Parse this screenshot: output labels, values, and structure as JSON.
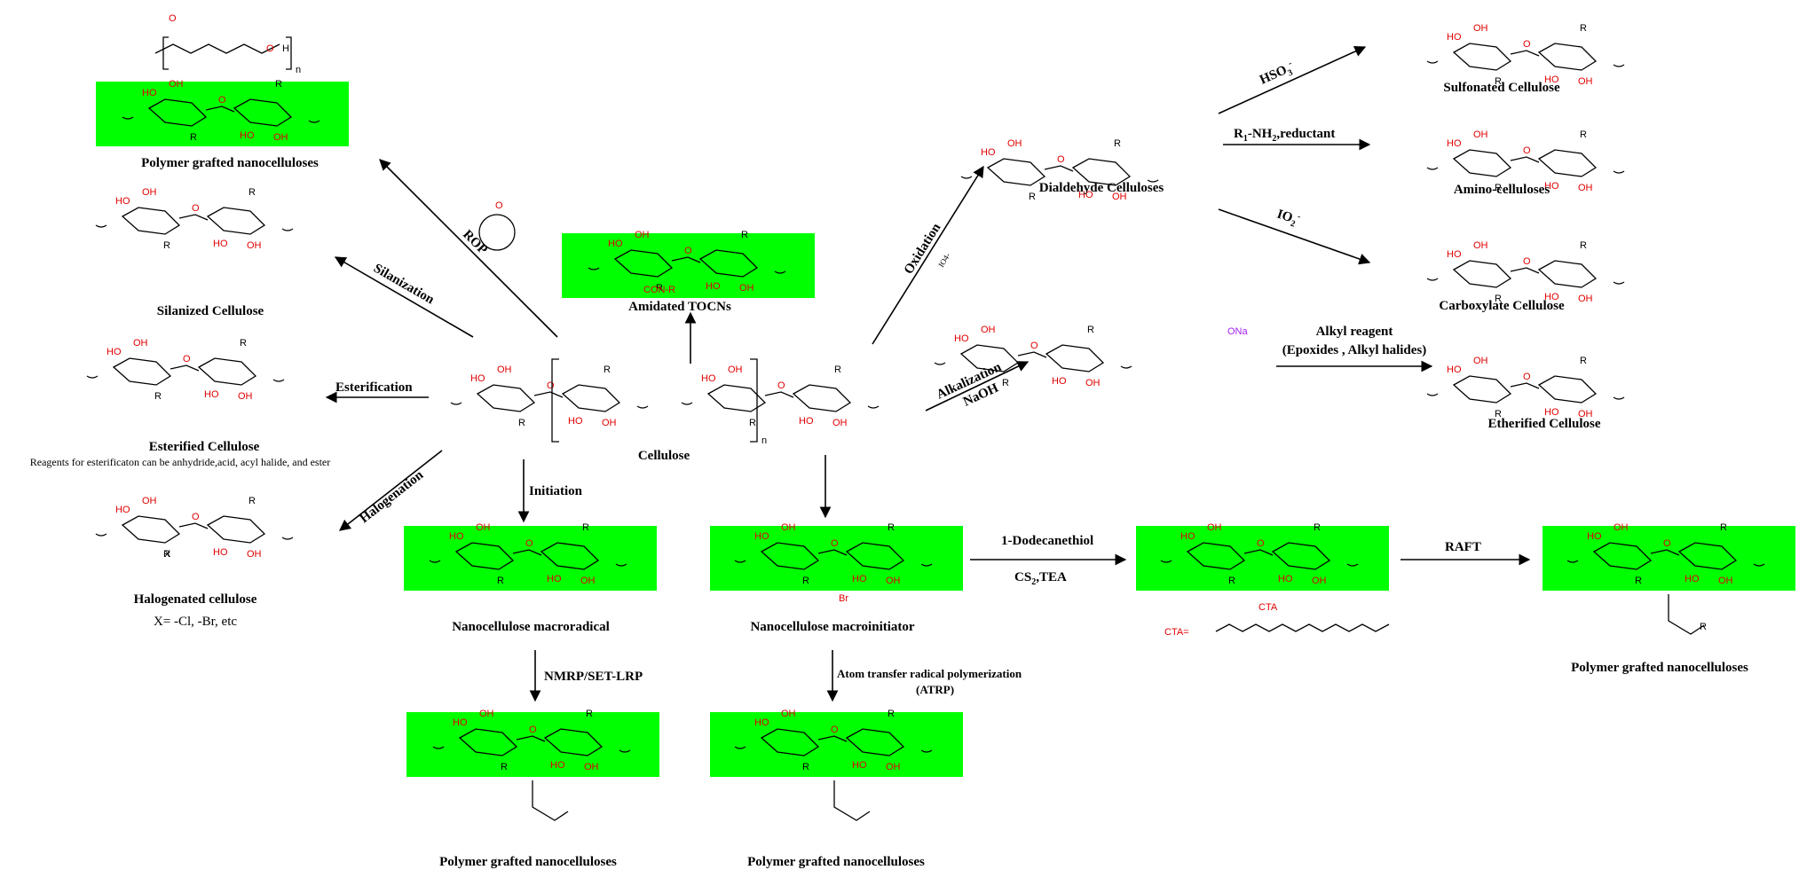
{
  "center": {
    "cellulose": "Cellulose",
    "amidated": "Amidated TOCNs",
    "amidated_sub": "CON-R",
    "repeat_n": "n"
  },
  "left": {
    "polymer_top": "Polymer grafted nanocelluloses",
    "silanized": "Silanized Cellulose",
    "esterified": "Esterified Cellulose",
    "ester_note": "Reagents for esterificaton can be anhydride,acid, acyl halide, and ester",
    "halogenated": "Halogenated cellulose",
    "halogen_note": "X= -Cl, -Br, etc"
  },
  "reactions": {
    "rop": "ROP",
    "silanization": "Silanization",
    "esterification": "Esterification",
    "halogenation": "Halogenation",
    "oxidation": "Oxidation",
    "io4_small": "IO4-",
    "alkalization": "Alkalization",
    "naoh": "NaOH",
    "initiation": "Initiation",
    "nmrp": "NMRP/SET-LRP",
    "atrp1": "Atom transfer radical polymerization",
    "atrp2": "(ATRP)",
    "dodecanethiol": "1-Dodecanethiol",
    "cs2": "CS",
    "cs2_sub": "2",
    "cs2_rest": ",TEA",
    "raft": "RAFT",
    "hso3": "HSO",
    "hso3_sub": "3",
    "hso3_sup": "-",
    "amine_r": "R",
    "amine_sub": "1",
    "amine_mid": "-NH",
    "amine_sub2": "2",
    "amine_rest": ",reductant",
    "io2": "IO",
    "io2_sub": "2",
    "io2_sup": "-",
    "alkyl1": "Alkyl reagent",
    "alkyl2": "(Epoxides , Alkyl halides)"
  },
  "right": {
    "dialdehyde": "Dialdehyde Celluloses",
    "sulfonated": "Sulfonated Cellulose",
    "amino": "Amino-celluloses",
    "carboxylate": "Carboxylate Cellulose",
    "etherified": "Etherified Cellulose",
    "ona": "ONa"
  },
  "bottom": {
    "macroradical": "Nanocellulose macroradical",
    "macroinitiator": "Nanocellulose macroinitiator",
    "polymer_bl": "Polymer grafted nanocelluloses",
    "polymer_bm": "Polymer grafted nanocelluloses",
    "polymer_br": "Polymer grafted nanocelluloses",
    "cta_label": "CTA=",
    "cta": "CTA",
    "br": "Br"
  },
  "atoms": {
    "ho": "HO",
    "oh": "OH",
    "o": "O",
    "r": "R",
    "x": "X"
  },
  "colors": {
    "highlight": "#00ff00",
    "heteroatom": "#e00000",
    "bond": "#000000"
  }
}
